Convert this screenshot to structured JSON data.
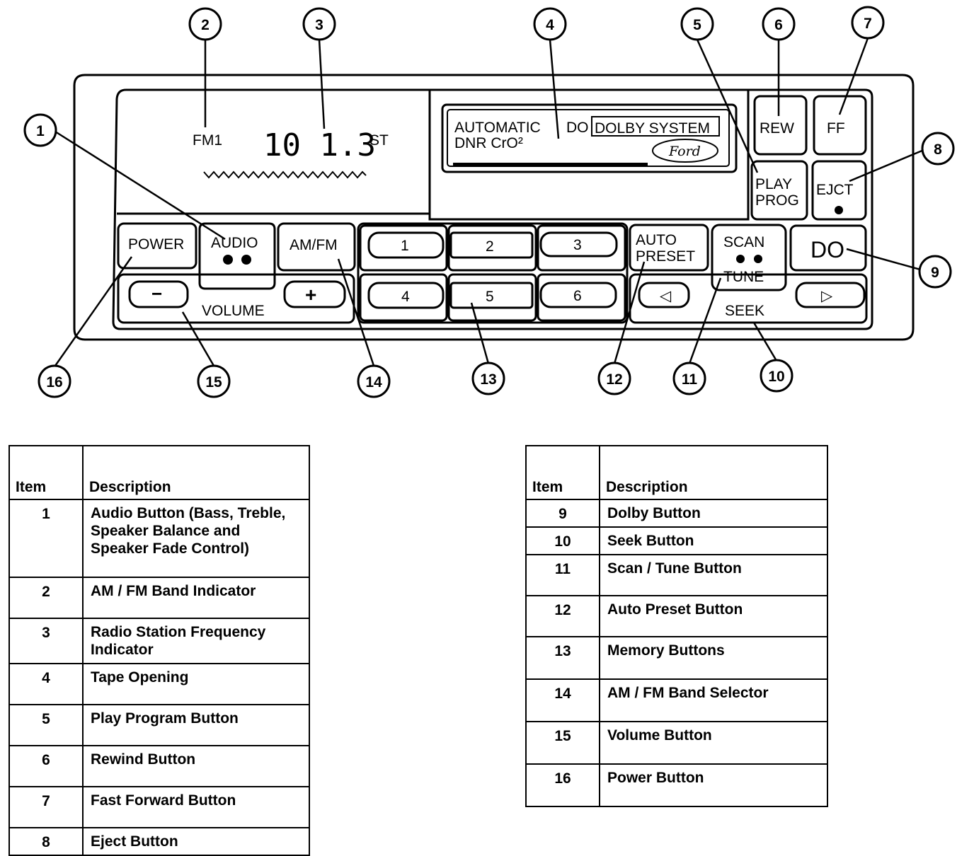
{
  "display": {
    "band": "FM1",
    "frequency": "10 1.3",
    "stereo": "ST"
  },
  "tape": {
    "line1": "AUTOMATIC",
    "line2": "DNR CrO²",
    "dolby_symbol": "DO",
    "dolby_label": "DOLBY SYSTEM",
    "brand": "Ford"
  },
  "buttons": {
    "rew": "REW",
    "ff": "FF",
    "play": "PLAY",
    "prog": "PROG",
    "eject": "EJCT",
    "power": "POWER",
    "audio": "AUDIO",
    "amfm": "AM/FM",
    "presets": [
      "1",
      "2",
      "3",
      "4",
      "5",
      "6"
    ],
    "auto": "AUTO",
    "preset": "PRESET",
    "scan": "SCAN",
    "tune": "TUNE",
    "dolby": "DO",
    "vol_minus": "−",
    "vol_plus": "+",
    "volume": "VOLUME",
    "seek_left": "◁",
    "seek_right": "▷",
    "seek": "SEEK"
  },
  "callouts": [
    "1",
    "2",
    "3",
    "4",
    "5",
    "6",
    "7",
    "8",
    "9",
    "10",
    "11",
    "12",
    "13",
    "14",
    "15",
    "16"
  ],
  "legend_headers": {
    "item": "Item",
    "description": "Description"
  },
  "legend_left": [
    {
      "item": "1",
      "description": "Audio Button (Bass, Treble, Speaker Balance and Speaker Fade Control)"
    },
    {
      "item": "2",
      "description": "AM / FM Band Indicator"
    },
    {
      "item": "3",
      "description": "Radio Station Frequency Indicator"
    },
    {
      "item": "4",
      "description": "Tape Opening"
    },
    {
      "item": "5",
      "description": "Play Program Button"
    },
    {
      "item": "6",
      "description": "Rewind Button"
    },
    {
      "item": "7",
      "description": "Fast Forward Button"
    },
    {
      "item": "8",
      "description": "Eject Button"
    }
  ],
  "legend_right": [
    {
      "item": "9",
      "description": "Dolby Button"
    },
    {
      "item": "10",
      "description": "Seek Button"
    },
    {
      "item": "11",
      "description": "Scan / Tune Button"
    },
    {
      "item": "12",
      "description": "Auto Preset Button"
    },
    {
      "item": "13",
      "description": "Memory Buttons"
    },
    {
      "item": "14",
      "description": "AM / FM Band Selector"
    },
    {
      "item": "15",
      "description": "Volume Button"
    },
    {
      "item": "16",
      "description": "Power Button"
    }
  ]
}
